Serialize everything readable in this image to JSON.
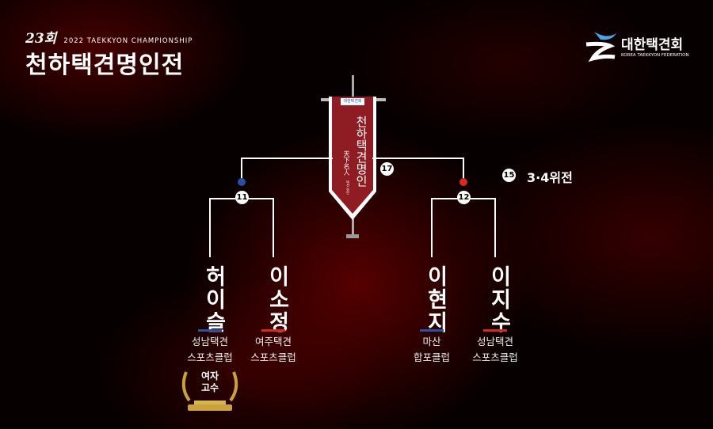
{
  "header": {
    "edition": "23회",
    "subtitle": "2022 TAEKKYON CHAMPIONSHIP",
    "title": "천하택견명인전"
  },
  "logo": {
    "name": "대한택견회",
    "english": "KOREA TAEKKYON FEDERATION"
  },
  "banner": {
    "title": "천하택견명인",
    "hanja": "天下名人",
    "small": "택견 명인",
    "emblem": "대한택견회"
  },
  "matches": {
    "final": "17",
    "semi_left": "11",
    "semi_right": "12",
    "third_place_num": "15",
    "third_place_label": "3·4위전"
  },
  "players": [
    {
      "name": "허이슬",
      "club_line1": "성남택견",
      "club_line2": "스포츠클럽",
      "color": "#2b4fa8"
    },
    {
      "name": "이소정",
      "club_line1": "여주택견",
      "club_line2": "스포츠클럽",
      "color": "#c8302c"
    },
    {
      "name": "이현지",
      "club_line1": "마산",
      "club_line2": "합포클럽",
      "color": "#2b4fa8"
    },
    {
      "name": "이지수",
      "club_line1": "성남택견",
      "club_line2": "스포츠클럽",
      "color": "#c8302c"
    }
  ],
  "award": {
    "line1": "여자",
    "line2": "고수"
  },
  "colors": {
    "blue": "#2b4fa8",
    "red": "#d42a22",
    "banner": "#8e1c22"
  }
}
